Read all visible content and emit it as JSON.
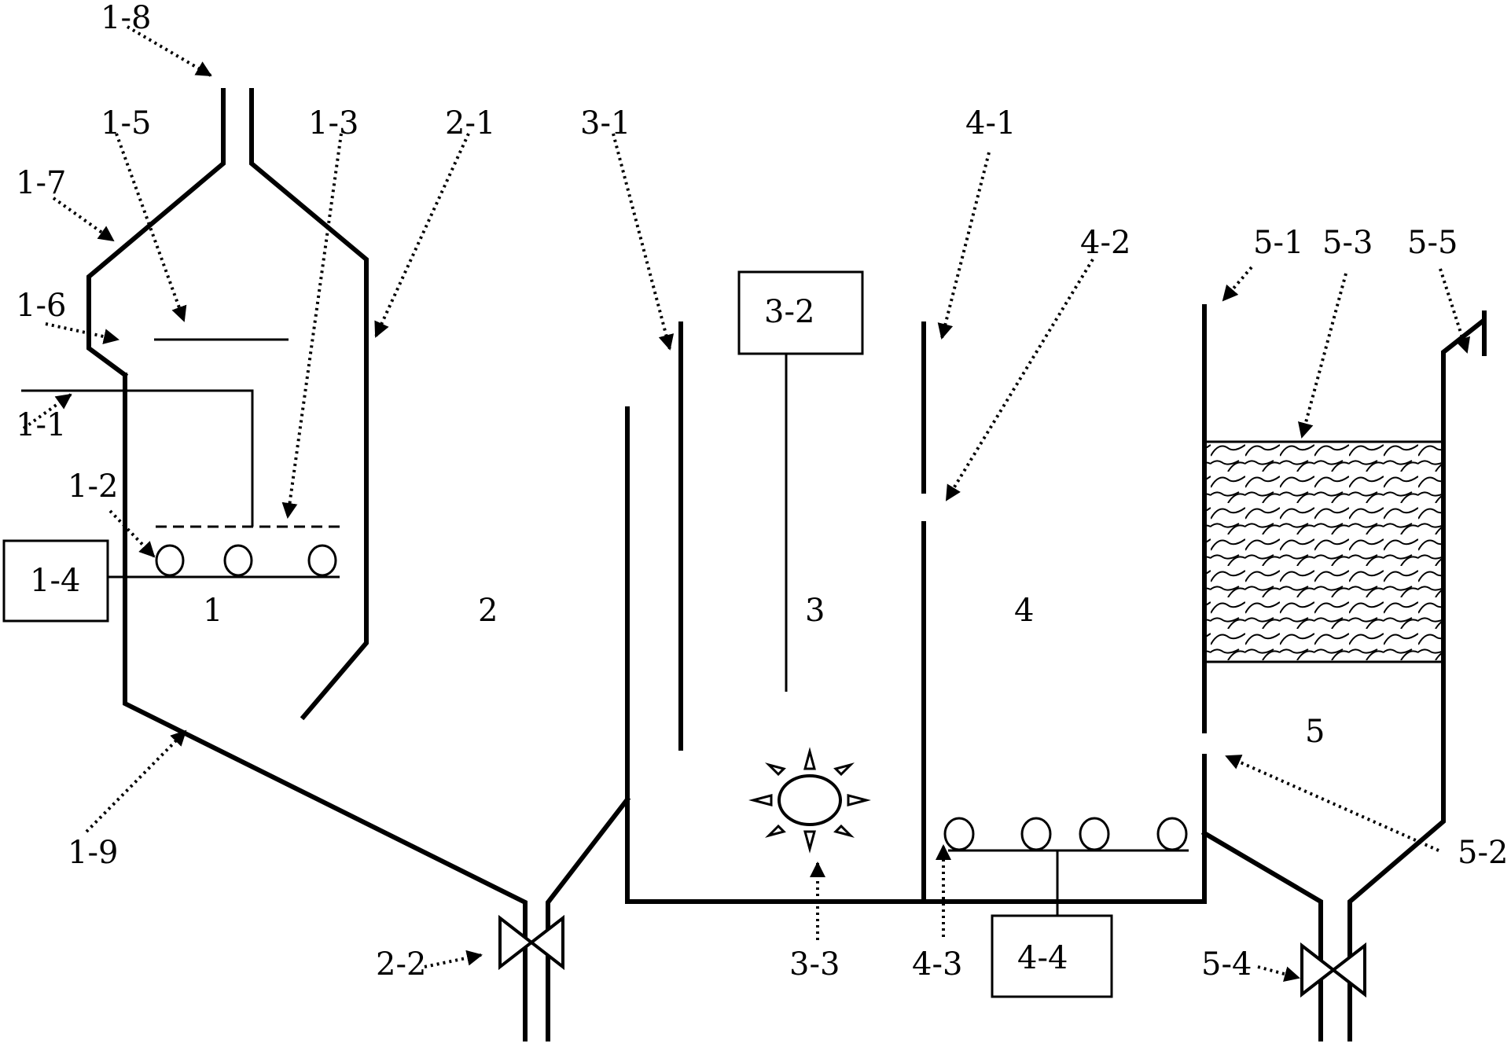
{
  "labels": {
    "l1_1": "1-1",
    "l1_2": "1-2",
    "l1_3": "1-3",
    "l1_4": "1-4",
    "l1_5": "1-5",
    "l1_6": "1-6",
    "l1_7": "1-7",
    "l1_8": "1-8",
    "l1_9": "1-9",
    "l2_1": "2-1",
    "l2_2": "2-2",
    "l3_1": "3-1",
    "l3_2": "3-2",
    "l3_3": "3-3",
    "l4_1": "4-1",
    "l4_2": "4-2",
    "l4_3": "4-3",
    "l4_4": "4-4",
    "l5_1": "5-1",
    "l5_2": "5-2",
    "l5_3": "5-3",
    "l5_4": "5-4",
    "l5_5": "5-5"
  },
  "zones": {
    "z1": "1",
    "z2": "2",
    "z3": "3",
    "z4": "4",
    "z5": "5"
  }
}
